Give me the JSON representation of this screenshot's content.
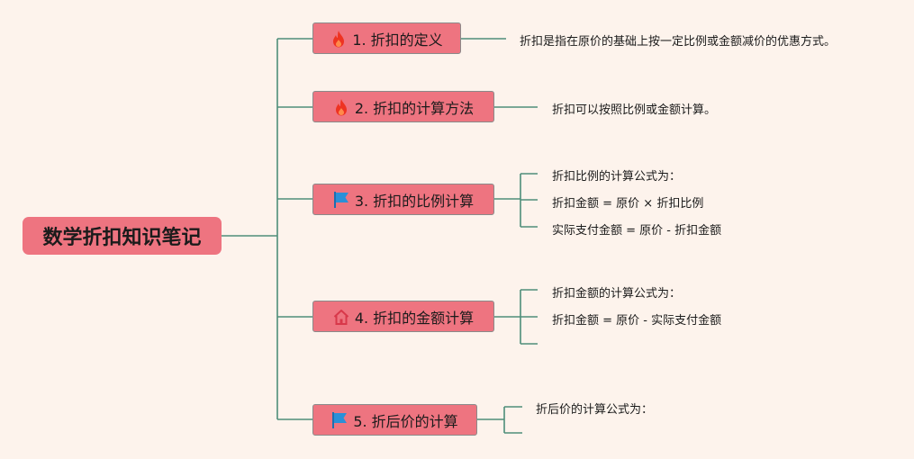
{
  "root": {
    "label": "数学折扣知识笔记"
  },
  "branches": [
    {
      "label": "1. 折扣的定义",
      "icon": "fire-icon",
      "leaves": [
        "折扣是指在原价的基础上按一定比例或金额减价的优惠方式。"
      ]
    },
    {
      "label": "2. 折扣的计算方法",
      "icon": "fire-icon",
      "leaves": [
        "折扣可以按照比例或金额计算。"
      ]
    },
    {
      "label": "3. 折扣的比例计算",
      "icon": "flag-icon",
      "leaves": [
        "折扣比例的计算公式为：",
        "折扣金额 = 原价 × 折扣比例",
        "实际支付金额 = 原价 - 折扣金额"
      ]
    },
    {
      "label": "4. 折扣的金额计算",
      "icon": "house-icon",
      "leaves": [
        "折扣金额的计算公式为：",
        "折扣金额 = 原价 - 实际支付金额",
        ""
      ]
    },
    {
      "label": "5. 折后价的计算",
      "icon": "flag-icon",
      "leaves": [
        "折后价的计算公式为：",
        ""
      ]
    }
  ],
  "colors": {
    "background": "#fdf3ec",
    "node": "#ee7480",
    "line": "#4e8e7a",
    "fire": "#ee3322",
    "flag": "#2a90d8",
    "house": "#d8384a"
  }
}
